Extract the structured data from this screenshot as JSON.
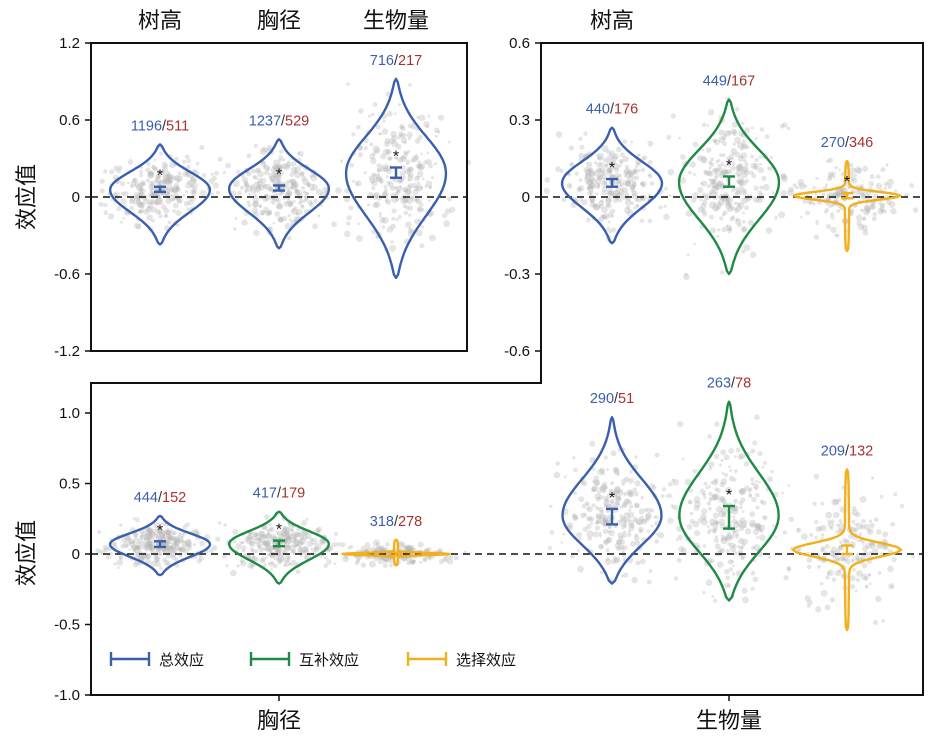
{
  "colors": {
    "total": "#3a5fad",
    "complement": "#1f8a44",
    "selection": "#f2b01e",
    "count_left": "#3a5fad",
    "count_right": "#a8322d",
    "points": "#b4b4b4",
    "frame": "#111111"
  },
  "y_axis_label": "效应值",
  "x_category_labels": {
    "bottom_left": "胸径",
    "bottom_right": "生物量"
  },
  "legend": [
    {
      "key": "total",
      "label": "总效应"
    },
    {
      "key": "complement",
      "label": "互补效应"
    },
    {
      "key": "selection",
      "label": "选择效应"
    }
  ],
  "chart_data": [
    {
      "id": "top_left",
      "type": "violin",
      "col_labels": [
        "树高",
        "胸径",
        "生物量"
      ],
      "ylim": [
        -1.2,
        1.2
      ],
      "yticks": [
        -1.2,
        -0.6,
        0,
        0.6,
        1.2
      ],
      "ytick_labels": [
        "-1.2",
        "-0.6",
        "0",
        "0.6",
        "1.2"
      ],
      "violins": [
        {
          "series": "total",
          "min": -0.37,
          "max": 0.41,
          "mean": 0.06,
          "ci": [
            0.04,
            0.08
          ],
          "star": "*",
          "n1": "1196",
          "n2": "511"
        },
        {
          "series": "total",
          "min": -0.4,
          "max": 0.45,
          "mean": 0.07,
          "ci": [
            0.05,
            0.09
          ],
          "star": "*",
          "n1": "1237",
          "n2": "529"
        },
        {
          "series": "total",
          "min": -0.63,
          "max": 0.92,
          "mean": 0.19,
          "ci": [
            0.15,
            0.23
          ],
          "star": "*",
          "n1": "716",
          "n2": "217"
        }
      ]
    },
    {
      "id": "top_right",
      "type": "violin",
      "col_labels": [
        "树高"
      ],
      "ylim": [
        -0.6,
        0.6
      ],
      "yticks": [
        -0.6,
        -0.3,
        0,
        0.3,
        0.6
      ],
      "ytick_labels": [
        "-0.6",
        "-0.3",
        "0",
        "0.3",
        "0.6"
      ],
      "violins": [
        {
          "series": "total",
          "min": -0.18,
          "max": 0.27,
          "mean": 0.055,
          "ci": [
            0.04,
            0.07
          ],
          "star": "*",
          "n1": "440",
          "n2": "176"
        },
        {
          "series": "complement",
          "min": -0.3,
          "max": 0.38,
          "mean": 0.06,
          "ci": [
            0.04,
            0.08
          ],
          "star": "*",
          "n1": "449",
          "n2": "167"
        },
        {
          "series": "selection",
          "min": -0.21,
          "max": 0.14,
          "mean": 0.005,
          "ci": [
            -0.005,
            0.015
          ],
          "star": "*",
          "n1": "270",
          "n2": "346"
        }
      ]
    },
    {
      "id": "bottom",
      "type": "violin",
      "col_labels": [],
      "ylim": [
        -1.0,
        1.25
      ],
      "yticks": [
        -1.0,
        -0.5,
        0,
        0.5,
        1.0
      ],
      "ytick_labels": [
        "-1.0",
        "-0.5",
        "0",
        "0.5",
        "1.0"
      ],
      "violins": [
        {
          "series": "total",
          "min": -0.15,
          "max": 0.27,
          "mean": 0.07,
          "ci": [
            0.05,
            0.09
          ],
          "star": "*",
          "n1": "444",
          "n2": "152"
        },
        {
          "series": "complement",
          "min": -0.21,
          "max": 0.3,
          "mean": 0.075,
          "ci": [
            0.055,
            0.095
          ],
          "star": "*",
          "n1": "417",
          "n2": "179"
        },
        {
          "series": "selection",
          "min": -0.08,
          "max": 0.1,
          "mean": 0.0,
          "ci": [
            -0.01,
            0.01
          ],
          "star": "",
          "n1": "318",
          "n2": "278"
        },
        {
          "series": "total",
          "min": -0.21,
          "max": 0.97,
          "mean": 0.26,
          "ci": [
            0.21,
            0.32
          ],
          "star": "*",
          "n1": "290",
          "n2": "51"
        },
        {
          "series": "complement",
          "min": -0.33,
          "max": 1.08,
          "mean": 0.26,
          "ci": [
            0.18,
            0.34
          ],
          "star": "*",
          "n1": "263",
          "n2": "78"
        },
        {
          "series": "selection",
          "min": -0.54,
          "max": 0.6,
          "mean": 0.03,
          "ci": [
            0.0,
            0.06
          ],
          "star": "",
          "n1": "209",
          "n2": "132"
        }
      ]
    }
  ]
}
